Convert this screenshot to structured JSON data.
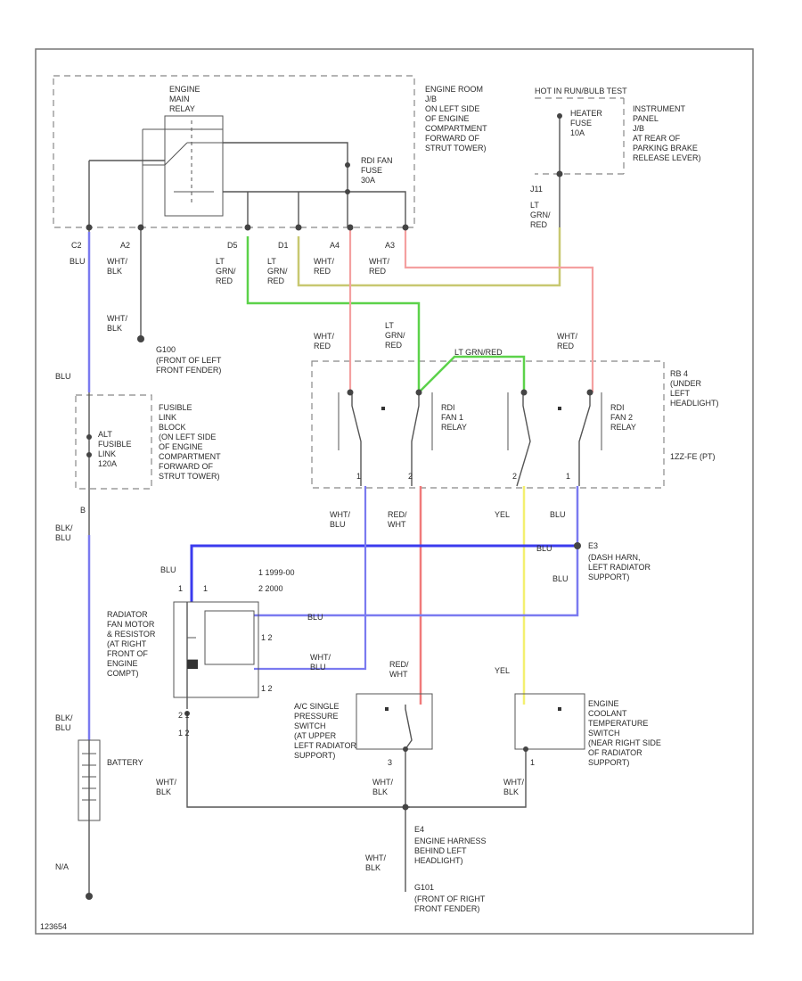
{
  "colors": {
    "blue": "#7a7af0",
    "blue_dark": "#3b3bee",
    "green": "#5cd24a",
    "red": "#f07a7a",
    "red_light": "#f4a0a0",
    "yellow": "#f4f070",
    "olive": "#c8c870",
    "wire": "#555555"
  },
  "labels": {
    "engine_main_relay": "ENGINE\nMAIN\nRELAY",
    "engine_room_jb": "ENGINE ROOM\nJ/B\nON LEFT SIDE\nOF ENGINE\nCOMPARTMENT\nFORWARD OF\nSTRUT TOWER)",
    "rdi_fan_fuse": "RDI FAN\nFUSE\n30A",
    "hot_in": "HOT IN RUN/BULB TEST",
    "heater_fuse": "HEATER\nFUSE\n10A",
    "instrument_panel_jb": "INSTRUMENT\nPANEL\nJ/B\nAT REAR OF\nPARKING BRAKE\nRELEASE LEVER)",
    "c2": "C2",
    "a2": "A2",
    "d5": "D5",
    "d1": "D1",
    "a4": "A4",
    "a3": "A3",
    "j11": "J11",
    "blu": "BLU",
    "wht_blk": "WHT/\nBLK",
    "lt_grn_red": "LT\nGRN/\nRED",
    "wht_red": "WHT/\nRED",
    "g100": "G100",
    "g100_loc": "(FRONT OF LEFT\nFRONT FENDER)",
    "lt_grn_red_top": "LT GRN/RED",
    "rb4": "RB 4\n(UNDER\nLEFT\nHEADLIGHT)",
    "rdi_fan1_relay": "RDI\nFAN 1\nRELAY",
    "rdi_fan2_relay": "RDI\nFAN 2\nRELAY",
    "spec_1zzfe": "1ZZ-FE (PT)",
    "fusible_link_block": "FUSIBLE\nLINK\nBLOCK\n(ON LEFT SIDE\nOF ENGINE\nCOMPARTMENT\nFORWARD OF\nSTRUT TOWER)",
    "alt_fusible_link": "ALT\nFUSIBLE\nLINK\n120A",
    "blk_blu": "BLK/\nBLU",
    "wht_blu": "WHT/\nBLU",
    "red_wht": "RED/\nWHT",
    "yel": "YEL",
    "e3": "E3",
    "e3_loc": "(DASH HARN,\nLEFT RADIATOR\nSUPPORT)",
    "legend_1": "1  1999-00",
    "legend_2": "2  2000",
    "radiator_fan_motor": "RADIATOR\nFAN MOTOR\n& RESISTOR\n(AT RIGHT\nFRONT OF\nENGINE\nCOMPT)",
    "ac_switch": "A/C SINGLE\nPRESSURE\nSWITCH\n(AT UPPER\nLEFT RADIATOR\nSUPPORT)",
    "ect_switch": "ENGINE\nCOOLANT\nTEMPERATURE\nSWITCH\n(NEAR RIGHT SIDE\nOF RADIATOR\nSUPPORT)",
    "battery": "BATTERY",
    "e4": "E4",
    "e4_loc": "ENGINE HARNESS\nBEHIND LEFT\nHEADLIGHT)",
    "g101": "G101",
    "g101_loc": "(FRONT OF RIGHT\nFRONT FENDER)",
    "n_a": "N/A",
    "footer_code": "123654"
  }
}
